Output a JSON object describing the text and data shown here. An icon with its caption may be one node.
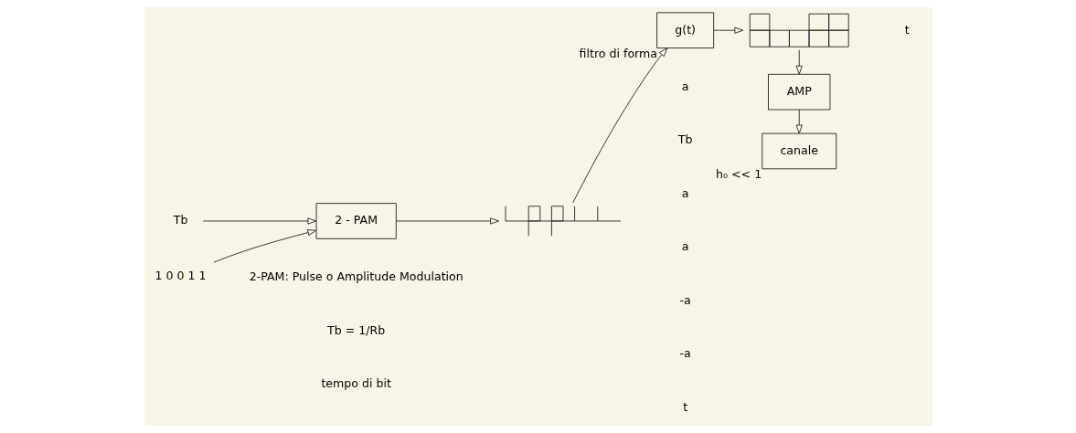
{
  "diagram": {
    "nodes": [
      {
        "text": [
          "1 0 0 1 1"
        ]
      },
      {
        "text": [
          "2 - PAM"
        ]
      },
      {
        "text": [
          "Tb"
        ]
      },
      {
        "text": [],
        "shape": "picture"
      },
      {
        "text": [
          "g(t)"
        ],
        "beside": [
          "filtro di forma"
        ]
      },
      {
        "text": [],
        "shape": "picture"
      },
      {
        "text": [
          "AMP"
        ]
      },
      {
        "text": [
          "canale"
        ],
        "beside": [
          "h₀ << 1"
        ]
      }
    ],
    "edges": [
      {
        "from": 0,
        "to": 1,
        "arrow": "to"
      },
      {
        "from": 2,
        "to": 1,
        "arrow": "to"
      },
      {
        "from": 1,
        "to": 3,
        "arrow": "to"
      },
      {
        "from": 3,
        "to": 4,
        "arrow": "to"
      },
      {
        "from": 4,
        "to": 5,
        "arrow": "to"
      },
      {
        "from": 5,
        "to": 6,
        "arrow": "to"
      },
      {
        "from": 6,
        "to": 7,
        "arrow": "to"
      }
    ],
    "labels": [
      "a",
      "Tb",
      "a",
      "a",
      "-a",
      "-a",
      "t",
      "t",
      "2-PAM: Pulse o Amplitude Modulation",
      "Tb = 1/Rb",
      "tempo di bit"
    ]
  }
}
